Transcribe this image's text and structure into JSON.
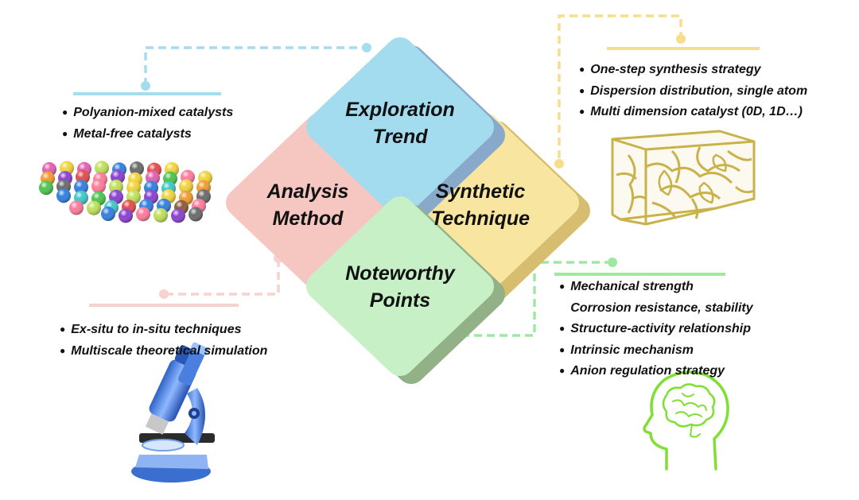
{
  "colors": {
    "blue": "#a3dcef",
    "pink": "#f6c6c1",
    "yellow": "#fbeaa4",
    "green": "#c7f0c7",
    "blue_line": "#a6dcf0",
    "yellow_line": "#f7de8e",
    "green_line": "#9fe8a2",
    "pink_line": "#f7d2cf"
  },
  "center": {
    "exploration": {
      "line1": "Exploration",
      "line2": "Trend"
    },
    "analysis": {
      "line1": "Analysis",
      "line2": "Method"
    },
    "synthetic": {
      "line1": "Synthetic",
      "line2": "Technique"
    },
    "noteworthy": {
      "line1": "Noteworthy",
      "line2": "Points"
    }
  },
  "exploration_items": [
    "Polyanion-mixed catalysts",
    "Metal-free catalysts"
  ],
  "synthetic_items": [
    "One-step synthesis strategy",
    "Dispersion distribution, single atom",
    "Multi dimension catalyst (0D, 1D…)"
  ],
  "analysis_items": [
    "Ex-situ to in-situ techniques",
    "Multiscale theoretical simulation"
  ],
  "noteworthy_items": [
    "Mechanical strength",
    "Corrosion resistance, stability",
    "Structure-activity relationship",
    "Intrinsic mechanism",
    "Anion regulation strategy"
  ],
  "icons": [
    "spheres-icon",
    "foam-network-icon",
    "microscope-icon",
    "brain-head-icon"
  ]
}
